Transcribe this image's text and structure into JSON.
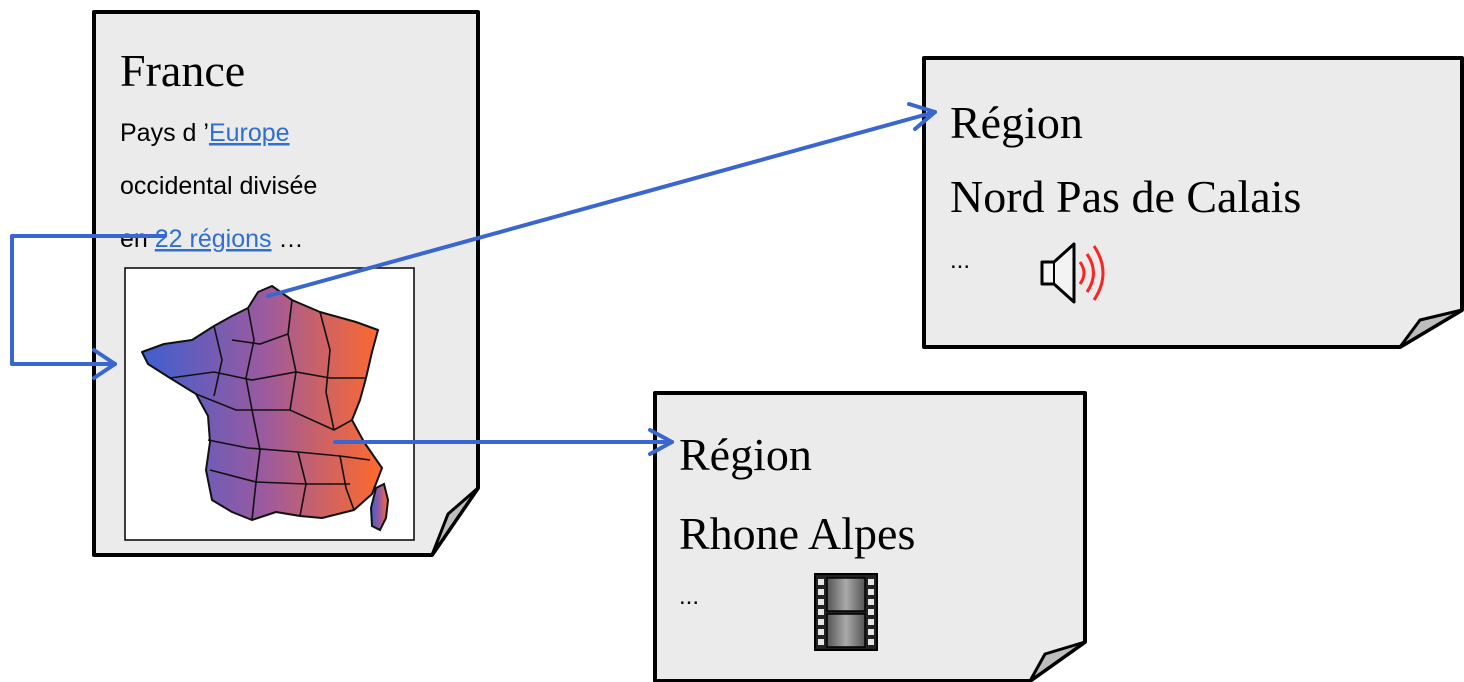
{
  "colors": {
    "page_fill": "#ebebeb",
    "border": "#000000",
    "arrow": "#3a66d0",
    "link": "#2e6fd1",
    "map_blue": "#3d5fcf",
    "map_orange": "#ff6a2a",
    "speaker_red": "#ff2222"
  },
  "france_doc": {
    "title": "France",
    "line1_prefix": "Pays d ’",
    "link_europe": "Europe",
    "line2": "occidental divisée",
    "line3_prefix": "en ",
    "link_regions": "22 régions",
    "line3_suffix": " …",
    "map_icon": "france-regions-map"
  },
  "nord_doc": {
    "line1": "Région",
    "line2": "Nord Pas de Calais",
    "ellipsis": "...",
    "media_icon": "speaker-icon"
  },
  "rhone_doc": {
    "line1": "Région",
    "line2": "Rhone Alpes",
    "ellipsis": "...",
    "media_icon": "film-icon"
  }
}
